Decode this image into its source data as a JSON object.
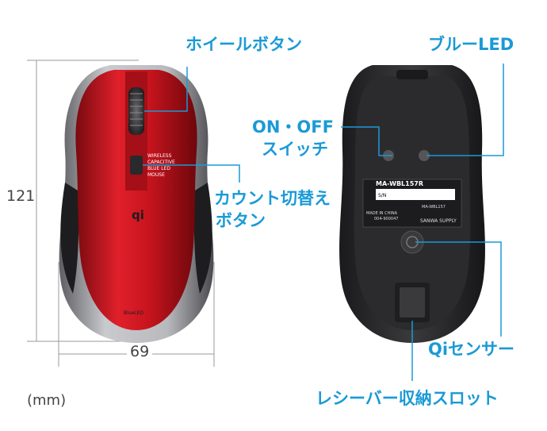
{
  "callouts": {
    "wheel_button": "ホイールボタン",
    "blue_led": "ブルーLED",
    "on_off_switch_line1": "ON・OFF",
    "on_off_switch_line2": "スイッチ",
    "count_toggle_line1": "カウント切替え",
    "count_toggle_line2": "ボタン",
    "qi_sensor": "Qiセンサー",
    "receiver_slot": "レシーバー収納スロット"
  },
  "dimensions": {
    "height": "121",
    "width": "69",
    "unit": "(mm)"
  },
  "mouse_top_text": {
    "label_line1": "WIRELESS",
    "label_line2": "CAPACITIVE",
    "label_line3": "BLUE LED",
    "label_line4": "MOUSE",
    "qi_logo": "qi",
    "bottom_mark": "BlueLED"
  },
  "mouse_bottom_text": {
    "model": "MA-WBL157R",
    "serial_label": "S/N",
    "model_small": "MA-WBL157",
    "made_in": "MADE IN CHINA",
    "code": "004-900047",
    "brand": "SANWA SUPPLY"
  },
  "colors": {
    "callout": "#1a9ad6",
    "mouse_red": "#c8141e",
    "dimension_line": "#9a9a9a"
  }
}
